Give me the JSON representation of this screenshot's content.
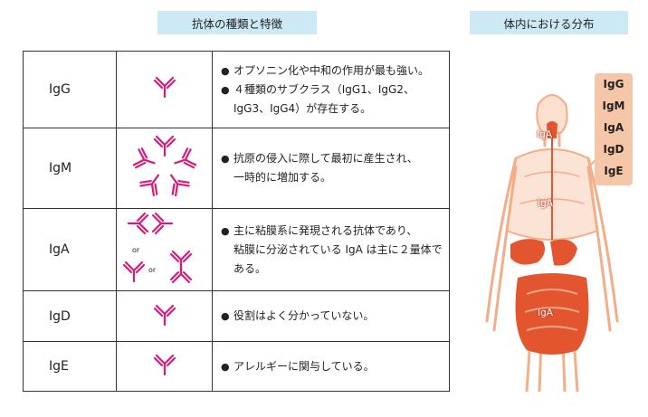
{
  "headers": {
    "left": "抗体の種類と特徴",
    "right": "体内における分布"
  },
  "rows": [
    {
      "name": "IgG",
      "lines": [
        {
          "bullet": true,
          "text": "オプソニン化や中和の作用が最も強い。"
        },
        {
          "bullet": true,
          "text": "４種類のサブクラス（IgG1、IgG2、"
        },
        {
          "bullet": false,
          "text": "IgG3、IgG4）が存在する。"
        }
      ]
    },
    {
      "name": "IgM",
      "lines": [
        {
          "bullet": true,
          "text": "抗原の侵入に際して最初に産生され、"
        },
        {
          "bullet": false,
          "text": "一時的に増加する。"
        }
      ]
    },
    {
      "name": "IgA",
      "or_label": "or",
      "lines": [
        {
          "bullet": true,
          "text": "主に粘膜系に発現される抗体であり、"
        },
        {
          "bullet": false,
          "text": "粘膜に分泌されている IgA は主に２量体である。"
        }
      ]
    },
    {
      "name": "IgD",
      "lines": [
        {
          "bullet": true,
          "text": "役割はよく分かっていない。"
        }
      ]
    },
    {
      "name": "IgE",
      "lines": [
        {
          "bullet": true,
          "text": "アレルギーに関与している。"
        }
      ]
    }
  ],
  "bullet_char": "●",
  "legend": [
    "IgG",
    "IgM",
    "IgA",
    "IgD",
    "IgE"
  ],
  "body_labels": {
    "throat": "IgA",
    "chest": "IgA",
    "gut": "IgA"
  },
  "colors": {
    "antibody": "#d81b7a",
    "header_bg": "#cde9f6",
    "legend_bg": "#f6c6a8",
    "body_vessel": "#f3ad88",
    "organ": "#e2552e"
  }
}
